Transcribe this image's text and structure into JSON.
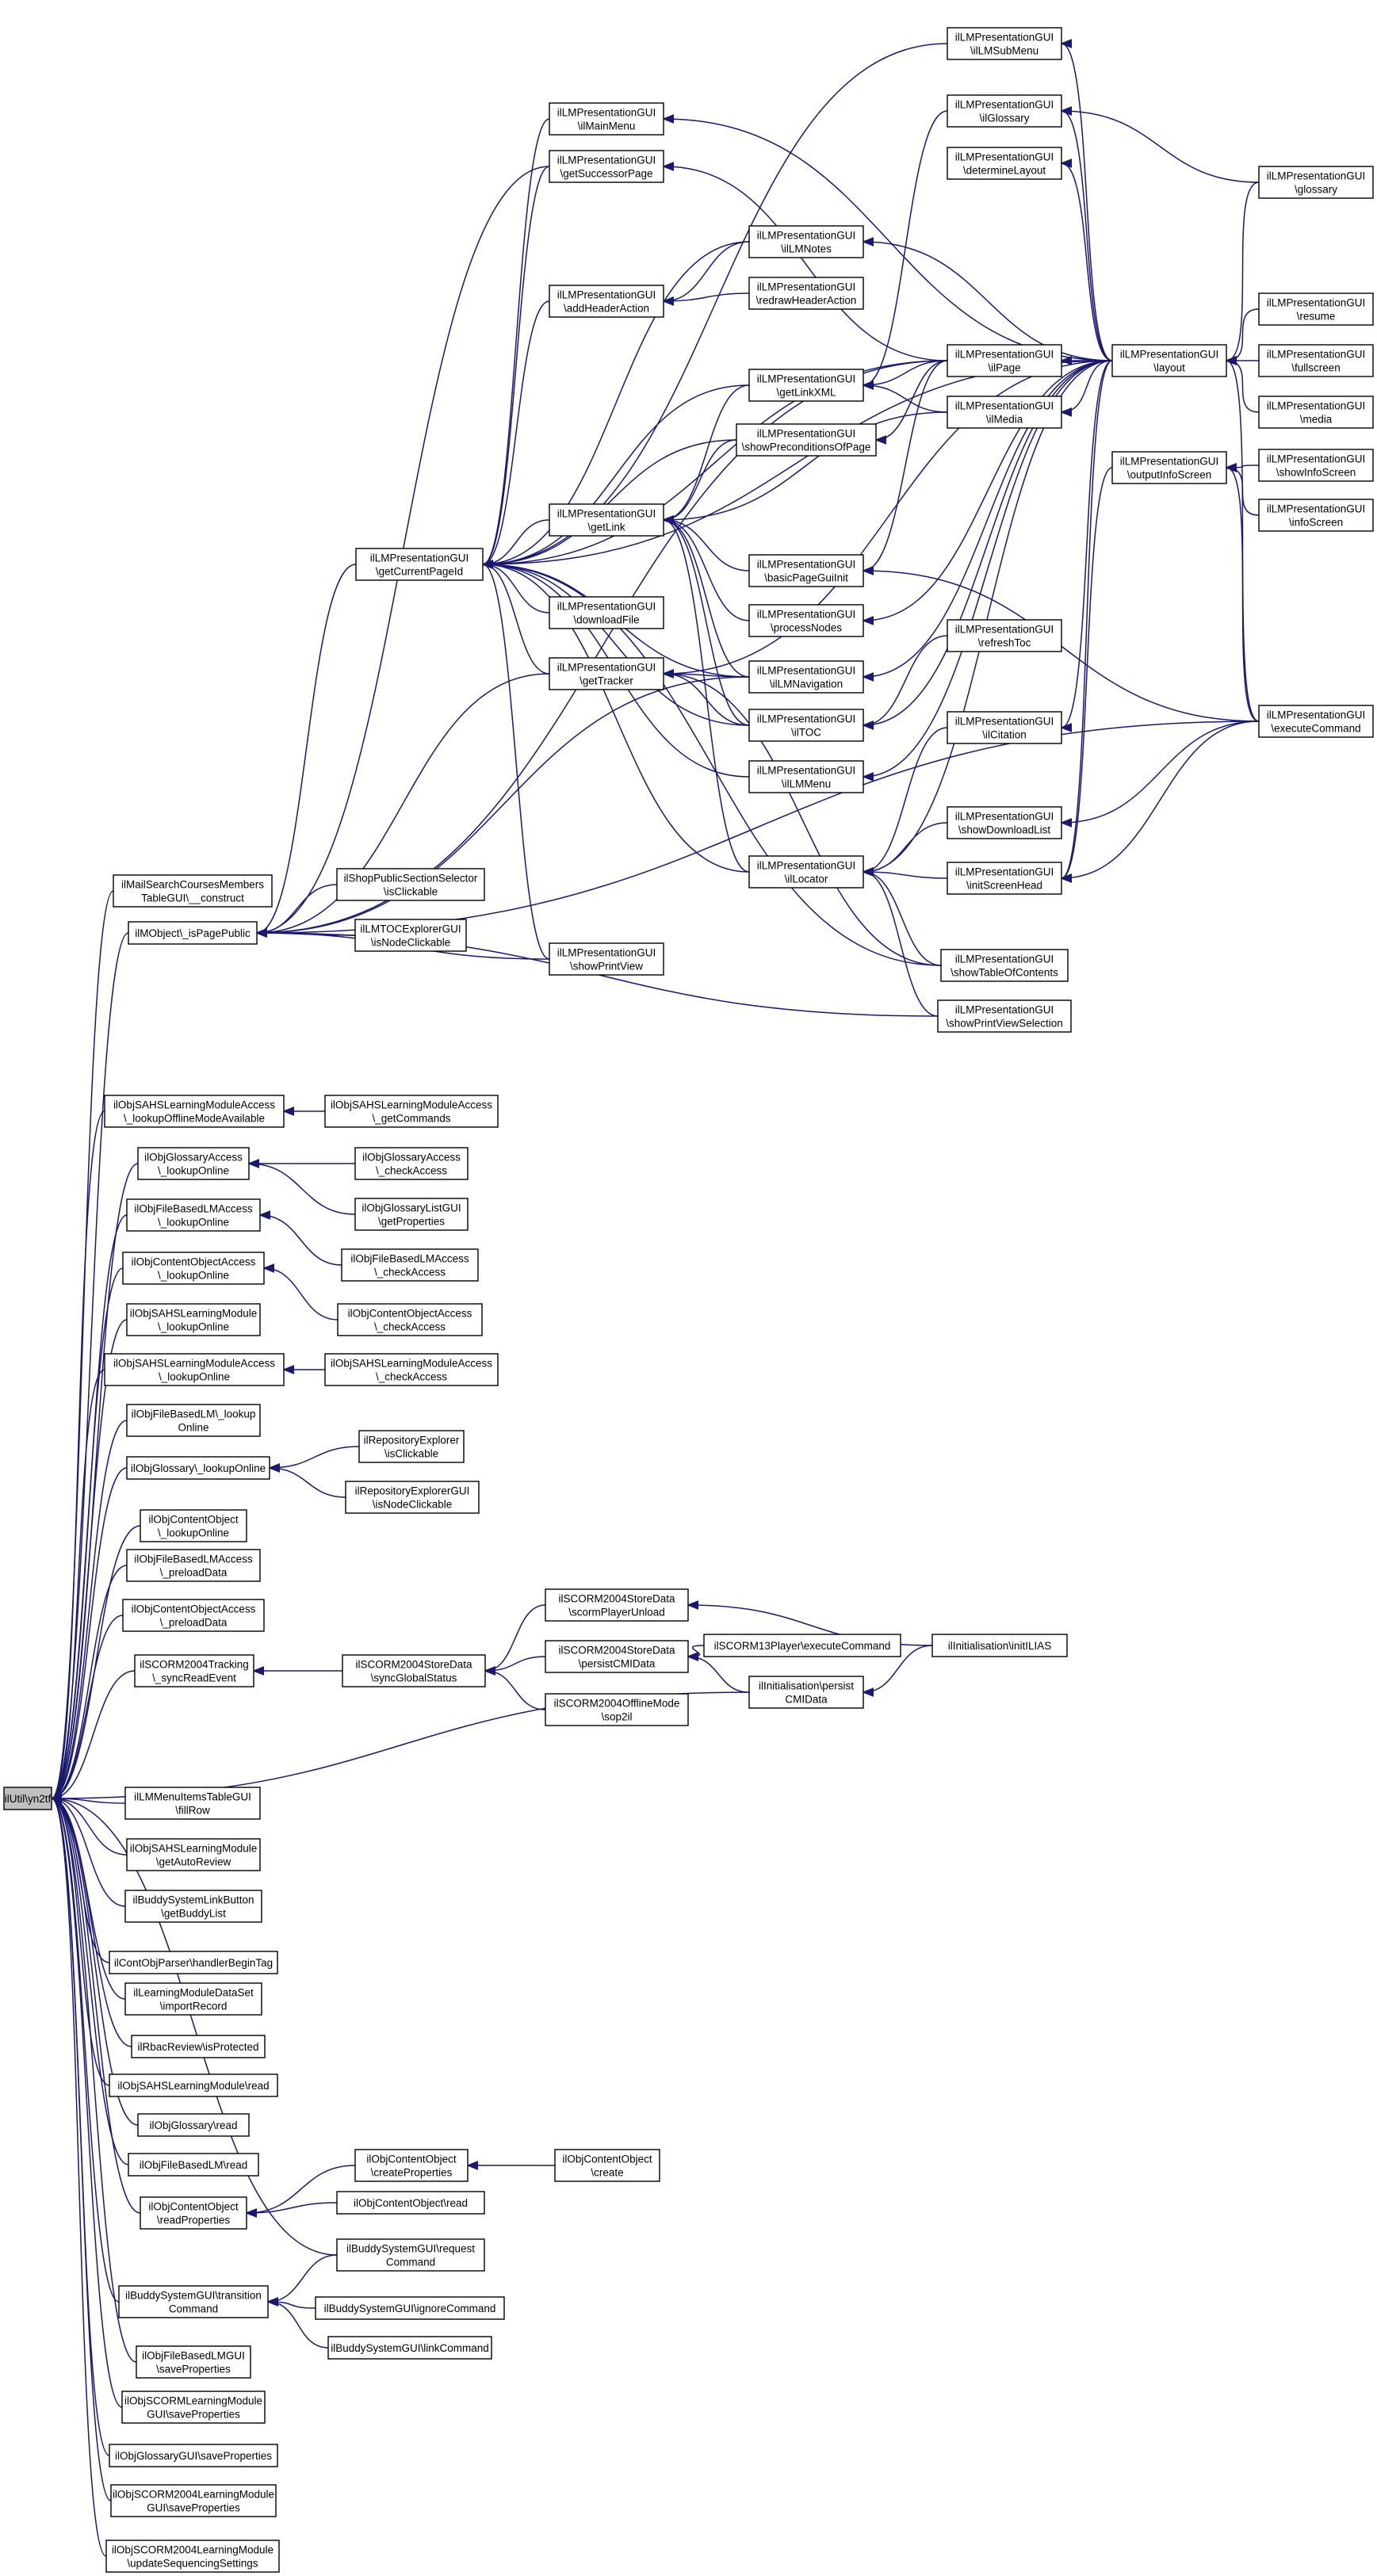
{
  "graph": {
    "nodes": {
      "root": [
        "ilUtil\\yn2tf"
      ],
      "mail": [
        "ilMailSearchCoursesMembers",
        "TableGUI\\__construct"
      ],
      "ispub": [
        "ilMObject\\_isPagePublic"
      ],
      "shop": [
        "ilShopPublicSectionSelector",
        "\\isClickable"
      ],
      "lmtoc": [
        "ilLMTOCExplorerGUI",
        "\\isNodeClickable"
      ],
      "printview": [
        "ilLMPresentationGUI",
        "\\showPrintView"
      ],
      "curpage": [
        "ilLMPresentationGUI",
        "\\getCurrentPageId"
      ],
      "mainmenu": [
        "ilLMPresentationGUI",
        "\\ilMainMenu"
      ],
      "succ": [
        "ilLMPresentationGUI",
        "\\getSuccessorPage"
      ],
      "addhdr": [
        "ilLMPresentationGUI",
        "\\addHeaderAction"
      ],
      "getlink": [
        "ilLMPresentationGUI",
        "\\getLink"
      ],
      "download": [
        "ilLMPresentationGUI",
        "\\downloadFile"
      ],
      "tracker": [
        "ilLMPresentationGUI",
        "\\getTracker"
      ],
      "lmmenu": [
        "ilLMPresentationGUI",
        "\\ilLMMenu"
      ],
      "submenu": [
        "ilLMPresentationGUI",
        "\\ilLMSubMenu"
      ],
      "notes": [
        "ilLMPresentationGUI",
        "\\ilLMNotes"
      ],
      "redraw": [
        "ilLMPresentationGUI",
        "\\redrawHeaderAction"
      ],
      "linkxml": [
        "ilLMPresentationGUI",
        "\\getLinkXML"
      ],
      "precond": [
        "ilLMPresentationGUI",
        "\\showPreconditionsOfPage"
      ],
      "basicinit": [
        "ilLMPresentationGUI",
        "\\basicPageGuiInit"
      ],
      "procnodes": [
        "ilLMPresentationGUI",
        "\\processNodes"
      ],
      "lmnav": [
        "ilLMPresentationGUI",
        "\\ilLMNavigation"
      ],
      "iltoc": [
        "ilLMPresentationGUI",
        "\\ilTOC"
      ],
      "locator": [
        "ilLMPresentationGUI",
        "\\ilLocator"
      ],
      "glossaryI": [
        "ilLMPresentationGUI",
        "\\ilGlossary"
      ],
      "detlayout": [
        "ilLMPresentationGUI",
        "\\determineLayout"
      ],
      "ilpage": [
        "ilLMPresentationGUI",
        "\\ilPage"
      ],
      "ilmedia": [
        "ilLMPresentationGUI",
        "\\ilMedia"
      ],
      "refreshtoc": [
        "ilLMPresentationGUI",
        "\\refreshToc"
      ],
      "citation": [
        "ilLMPresentationGUI",
        "\\ilCitation"
      ],
      "showdl": [
        "ilLMPresentationGUI",
        "\\showDownloadList"
      ],
      "initscr": [
        "ilLMPresentationGUI",
        "\\initScreenHead"
      ],
      "showtoc": [
        "ilLMPresentationGUI",
        "\\showTableOfContents"
      ],
      "printsel": [
        "ilLMPresentationGUI",
        "\\showPrintViewSelection"
      ],
      "layout": [
        "ilLMPresentationGUI",
        "\\layout"
      ],
      "outinfo": [
        "ilLMPresentationGUI",
        "\\outputInfoScreen"
      ],
      "glossary2": [
        "ilLMPresentationGUI",
        "\\glossary"
      ],
      "resume": [
        "ilLMPresentationGUI",
        "\\resume"
      ],
      "fullscreen": [
        "ilLMPresentationGUI",
        "\\fullscreen"
      ],
      "media": [
        "ilLMPresentationGUI",
        "\\media"
      ],
      "showinfo": [
        "ilLMPresentationGUI",
        "\\showInfoScreen"
      ],
      "infoscr": [
        "ilLMPresentationGUI",
        "\\infoScreen"
      ],
      "execcmd": [
        "ilLMPresentationGUI",
        "\\executeCommand"
      ],
      "sahsoffline": [
        "ilObjSAHSLearningModuleAccess",
        "\\_lookupOfflineModeAvailable"
      ],
      "sahsgetcmd": [
        "ilObjSAHSLearningModuleAccess",
        "\\_getCommands"
      ],
      "glossacc": [
        "ilObjGlossaryAccess",
        "\\_lookupOnline"
      ],
      "glossacc_chk": [
        "ilObjGlossaryAccess",
        "\\_checkAccess"
      ],
      "glosslist": [
        "ilObjGlossaryListGUI",
        "\\getProperties"
      ],
      "fblmacc": [
        "ilObjFileBasedLMAccess",
        "\\_lookupOnline"
      ],
      "fblmacc_chk": [
        "ilObjFileBasedLMAccess",
        "\\_checkAccess"
      ],
      "coacc": [
        "ilObjContentObjectAccess",
        "\\_lookupOnline"
      ],
      "coacc_chk": [
        "ilObjContentObjectAccess",
        "\\_checkAccess"
      ],
      "sahslm": [
        "ilObjSAHSLearningModule",
        "\\_lookupOnline"
      ],
      "sahsacc": [
        "ilObjSAHSLearningModuleAccess",
        "\\_lookupOnline"
      ],
      "sahsacc_chk": [
        "ilObjSAHSLearningModuleAccess",
        "\\_checkAccess"
      ],
      "fblm": [
        "ilObjFileBasedLM\\_lookup",
        "Online"
      ],
      "gloss": [
        "ilObjGlossary\\_lookupOnline"
      ],
      "repexp": [
        "ilRepositoryExplorer",
        "\\isClickable"
      ],
      "repexpgui": [
        "ilRepositoryExplorerGUI",
        "\\isNodeClickable"
      ],
      "co": [
        "ilObjContentObject",
        "\\_lookupOnline"
      ],
      "fblmpre": [
        "ilObjFileBasedLMAccess",
        "\\_preloadData"
      ],
      "copre": [
        "ilObjContentObjectAccess",
        "\\_preloadData"
      ],
      "scormtrack": [
        "ilSCORM2004Tracking",
        "\\_syncReadEvent"
      ],
      "syncglobal": [
        "ilSCORM2004StoreData",
        "\\syncGlobalStatus"
      ],
      "playerunload": [
        "ilSCORM2004StoreData",
        "\\scormPlayerUnload"
      ],
      "persistcmi": [
        "ilSCORM2004StoreData",
        "\\persistCMIData"
      ],
      "sop2il": [
        "ilSCORM2004OfflineMode",
        "\\sop2il"
      ],
      "scorm13": [
        "ilSCORM13Player\\executeCommand"
      ],
      "initpersist": [
        "ilInitialisation\\persist",
        "CMIData"
      ],
      "initilias": [
        "ilInitialisation\\initILIAS"
      ],
      "menuitems": [
        "ilLMMenuItemsTableGUI",
        "\\fillRow"
      ],
      "autoreview": [
        "ilObjSAHSLearningModule",
        "\\getAutoReview"
      ],
      "buddylink": [
        "ilBuddySystemLinkButton",
        "\\getBuddyList"
      ],
      "contobjparser": [
        "ilContObjParser\\handlerBeginTag"
      ],
      "lmdataset": [
        "ilLearningModuleDataSet",
        "\\importRecord"
      ],
      "rbac": [
        "ilRbacReview\\isProtected"
      ],
      "sahsread": [
        "ilObjSAHSLearningModule\\read"
      ],
      "glossread": [
        "ilObjGlossary\\read"
      ],
      "fblmread": [
        "ilObjFileBasedLM\\read"
      ],
      "coreadprops": [
        "ilObjContentObject",
        "\\readProperties"
      ],
      "cocreateprops": [
        "ilObjContentObject",
        "\\createProperties"
      ],
      "cocreate": [
        "ilObjContentObject",
        "\\create"
      ],
      "coread": [
        "ilObjContentObject\\read"
      ],
      "buddyreq": [
        "ilBuddySystemGUI\\request",
        "Command"
      ],
      "buddytrans": [
        "ilBuddySystemGUI\\transition",
        "Command"
      ],
      "buddyignore": [
        "ilBuddySystemGUI\\ignoreCommand"
      ],
      "buddylinkcmd": [
        "ilBuddySystemGUI\\linkCommand"
      ],
      "fblmgui": [
        "ilObjFileBasedLMGUI",
        "\\saveProperties"
      ],
      "scormlmgui": [
        "ilObjSCORMLearningModule",
        "GUI\\saveProperties"
      ],
      "glossgui": [
        "ilObjGlossaryGUI\\saveProperties"
      ],
      "scorm2004gui": [
        "ilObjSCORM2004LearningModule",
        "GUI\\saveProperties"
      ],
      "scorm2004upd": [
        "ilObjSCORM2004LearningModule",
        "\\updateSequencingSettings"
      ]
    }
  }
}
